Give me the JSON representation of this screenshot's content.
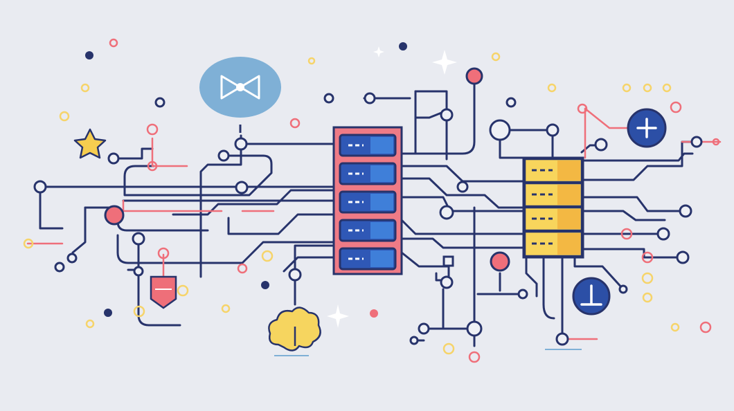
{
  "colors": {
    "background": "#e9ebf1",
    "navy": "#27336b",
    "coral": "#ef6f7a",
    "server_left_frame": "#ef7b86",
    "server_slot_blue": "#2f58b6",
    "server_slot_light": "#3f7fd9",
    "server_right_frame": "#f8d55c",
    "server_right_shade": "#f3b843",
    "cloud_yellow": "#f6d55f",
    "bubble_blue": "#7fb0d6",
    "star_yellow": "#f6cd4f",
    "badge_blue": "#2c4fa6",
    "shield_coral": "#ee6f79"
  },
  "icons": [
    "server-rack-left",
    "server-rack-right",
    "bow-tie-speech-bubble",
    "cloud-icon",
    "star-icon",
    "shield-icon",
    "plus-badge-icon",
    "perpendicular-badge-icon",
    "sparkle-icon"
  ]
}
